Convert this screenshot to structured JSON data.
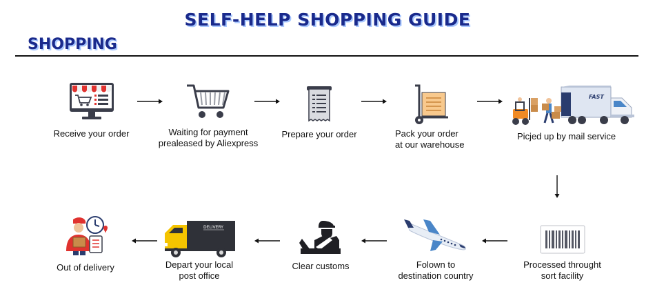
{
  "header": {
    "title": "SELF-HELP SHOPPING GUIDE",
    "section": "SHOPPING"
  },
  "steps": [
    {
      "lines": [
        "Receive your order"
      ],
      "icon": "computer-store-icon"
    },
    {
      "lines": [
        "Waiting for payment",
        "prealeased by Aliexpress"
      ],
      "icon": "shopping-cart-icon"
    },
    {
      "lines": [
        "Prepare your order"
      ],
      "icon": "receipt-icon"
    },
    {
      "lines": [
        "Pack your order",
        "at our warehouse"
      ],
      "icon": "hand-truck-box-icon"
    },
    {
      "lines": [
        "Picjed up by mail service"
      ],
      "icon": "delivery-truck-forklift-icon"
    },
    {
      "lines": [
        "Processed throught",
        "sort facility"
      ],
      "icon": "barcode-icon"
    },
    {
      "lines": [
        "Folown to",
        "destination country"
      ],
      "icon": "airplane-icon"
    },
    {
      "lines": [
        "Clear customs"
      ],
      "icon": "customs-officer-icon"
    },
    {
      "lines": [
        "Depart your local",
        "post office"
      ],
      "icon": "delivery-van-icon"
    },
    {
      "lines": [
        "Out of delivery"
      ],
      "icon": "courier-with-parcel-icon"
    }
  ],
  "truck_text": {
    "fast": "FAST",
    "delivery": "DELIVERY"
  },
  "colors": {
    "title": "#1a2a8c",
    "title_shadow": "#a9c8ff",
    "icon_dark": "#3a3d4a",
    "accent_red": "#e0322f",
    "accent_yellow": "#f5c400",
    "accent_blue": "#4a86c8"
  }
}
